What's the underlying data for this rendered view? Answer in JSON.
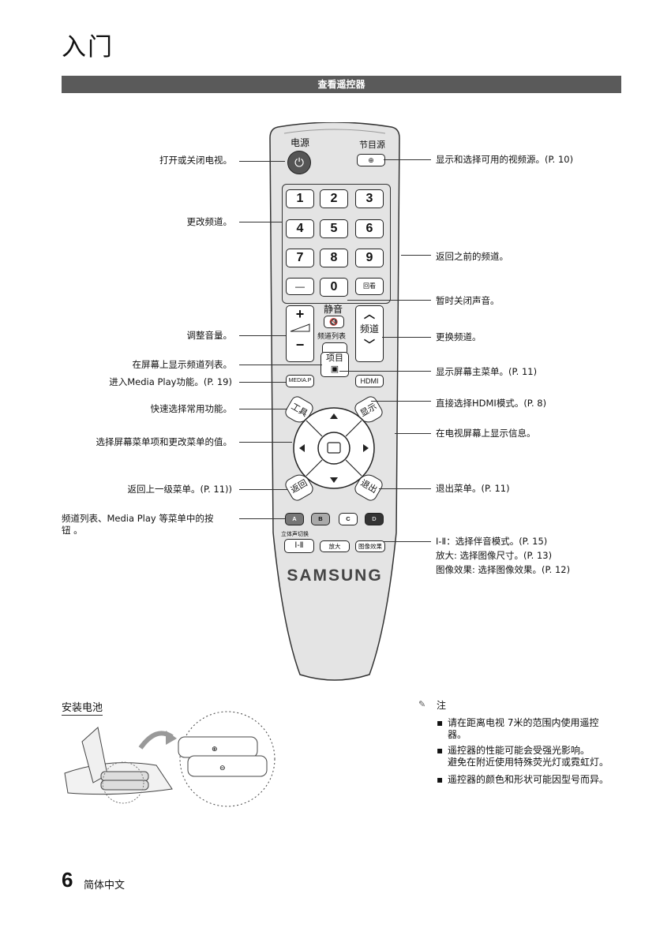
{
  "page": {
    "title": "入门",
    "section_bar": "查看遥控器",
    "page_number": "6",
    "language": "简体中文"
  },
  "remote": {
    "power_label": "电源",
    "source_label": "节目源",
    "digits": [
      "1",
      "2",
      "3",
      "4",
      "5",
      "6",
      "7",
      "8",
      "9"
    ],
    "dash": "—",
    "zero": "0",
    "prech": "回看",
    "mute_label": "静音",
    "channel_label": "频道",
    "chlist_label": "频道列表",
    "media_p": "MEDIA.P",
    "menu_label": "项目",
    "hdmi": "HDMI",
    "tools": "工具",
    "info": "显示",
    "return": "返回",
    "exit": "退出",
    "color_keys": [
      "A",
      "B",
      "C",
      "D"
    ],
    "stereo_caption": "立体声切换",
    "stereo_key": "Ⅰ-Ⅱ",
    "zoom_key": "放大",
    "picture_effect_key": "图像效果",
    "brand": "SAMSUNG"
  },
  "callouts_left": {
    "power": "打开或关闭电视。",
    "channel_change": "更改频道。",
    "volume": "调整音量。",
    "channel_list": "在屏幕上显示频道列表。",
    "media_play": "进入Media Play功能。(P. 19)",
    "tools": "快速选择常用功能。",
    "menu_select": "选择屏幕菜单项和更改菜单的值。",
    "return": "返回上一级菜单。(P. 11))",
    "color_line1": "频道列表、Media Play 等菜单中的按",
    "color_line2": "钮 。"
  },
  "callouts_right": {
    "source": "显示和选择可用的视频源。(P. 10)",
    "prech": "返回之前的频道。",
    "mute": "暂时关闭声音。",
    "channel": "更换频道。",
    "menu": "显示屏幕主菜单。(P. 11)",
    "hdmi": "直接选择HDMI模式。(P. 8)",
    "info": "在电视屏幕上显示信息。",
    "exit": "退出菜单。(P. 11)",
    "stereo": "Ⅰ-Ⅱ：选择伴音模式。(P. 15)",
    "zoom": "放大: 选择图像尺寸。(P. 13)",
    "picture_effect": "图像效果: 选择图像效果。(P. 12)"
  },
  "battery": {
    "heading": "安装电池"
  },
  "notes": {
    "heading": "注",
    "items": [
      "请在距离电视 7米的范围内使用遥控",
      "器。",
      "遥控器的性能可能会受强光影响。",
      "避免在附近使用特殊荧光灯或霓虹灯。",
      "遥控器的颜色和形状可能因型号而异。"
    ]
  }
}
